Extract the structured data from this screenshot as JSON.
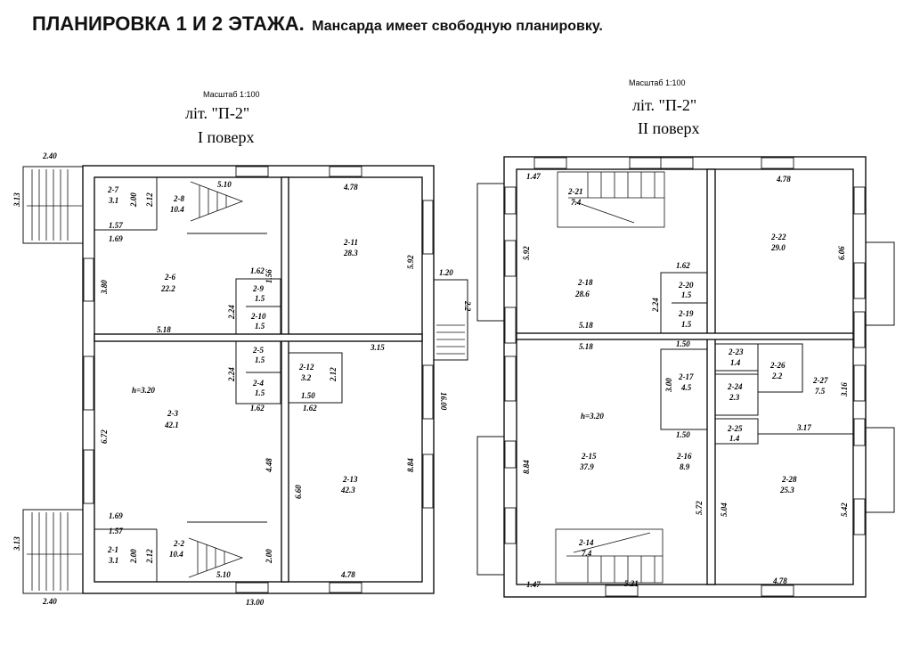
{
  "header": {
    "title": "ПЛАНИРОВКА 1 И 2 ЭТАЖА.",
    "subtitle": "Мансарда имеет свободную планировку."
  },
  "plans": [
    {
      "id": "floor1",
      "scale": "Масштаб 1:100",
      "lit": "літ. \"П-2\"",
      "floor": "І поверх",
      "rooms": [
        {
          "id": "2-7",
          "area": "3.1"
        },
        {
          "id": "2-8",
          "area": "10.4"
        },
        {
          "id": "2-6",
          "area": "22.2"
        },
        {
          "id": "2-9",
          "area": "1.5"
        },
        {
          "id": "2-10",
          "area": "1.5"
        },
        {
          "id": "2-5",
          "area": "1.5"
        },
        {
          "id": "2-4",
          "area": "1.5"
        },
        {
          "id": "2-11",
          "area": "28.3"
        },
        {
          "id": "2-12",
          "area": "3.2"
        },
        {
          "id": "2-3",
          "area": "42.1"
        },
        {
          "id": "2-13",
          "area": "42.3"
        },
        {
          "id": "2-1",
          "area": "3.1"
        },
        {
          "id": "2-2",
          "area": "10.4"
        }
      ],
      "height": "h=3.20",
      "dims": [
        "2.40",
        "3.13",
        "2.00",
        "2.12",
        "5.10",
        "4.78",
        "1.57",
        "1.69",
        "1.56",
        "1.62",
        "5.92",
        "3.80",
        "2.24",
        "1.20",
        "5.18",
        "2.24",
        "3.15",
        "2.12",
        "1.50",
        "1.62",
        "1.62",
        "16.00",
        "6.72",
        "4.48",
        "8.84",
        "6.60",
        "1.69",
        "1.57",
        "2.00",
        "2.12",
        "3.13",
        "5.10",
        "2.00",
        "4.78",
        "2.40",
        "13.00",
        "2.2"
      ]
    },
    {
      "id": "floor2",
      "scale": "Масштаб 1:100",
      "lit": "літ. \"П-2\"",
      "floor": "ІІ поверх",
      "rooms": [
        {
          "id": "2-21",
          "area": "7.4"
        },
        {
          "id": "2-22",
          "area": "29.0"
        },
        {
          "id": "2-18",
          "area": "28.6"
        },
        {
          "id": "2-20",
          "area": "1.5"
        },
        {
          "id": "2-19",
          "area": "1.5"
        },
        {
          "id": "2-23",
          "area": "1.4"
        },
        {
          "id": "2-26",
          "area": "2.2"
        },
        {
          "id": "2-27",
          "area": "7.5"
        },
        {
          "id": "2-17",
          "area": "4.5"
        },
        {
          "id": "2-24",
          "area": "2.3"
        },
        {
          "id": "2-25",
          "area": "1.4"
        },
        {
          "id": "2-15",
          "area": "37.9"
        },
        {
          "id": "2-16",
          "area": "8.9"
        },
        {
          "id": "2-28",
          "area": "25.3"
        },
        {
          "id": "2-14",
          "area": "7.4"
        }
      ],
      "height": "h=3.20",
      "dims": [
        "1.47",
        "4.78",
        "5.92",
        "6.06",
        "1.62",
        "2.24",
        "5.18",
        "5.18",
        "1.50",
        "3.00",
        "3.16",
        "1.50",
        "3.17",
        "8.84",
        "5.72",
        "5.04",
        "5.42",
        "1.47",
        "5.21",
        "4.78"
      ]
    }
  ]
}
